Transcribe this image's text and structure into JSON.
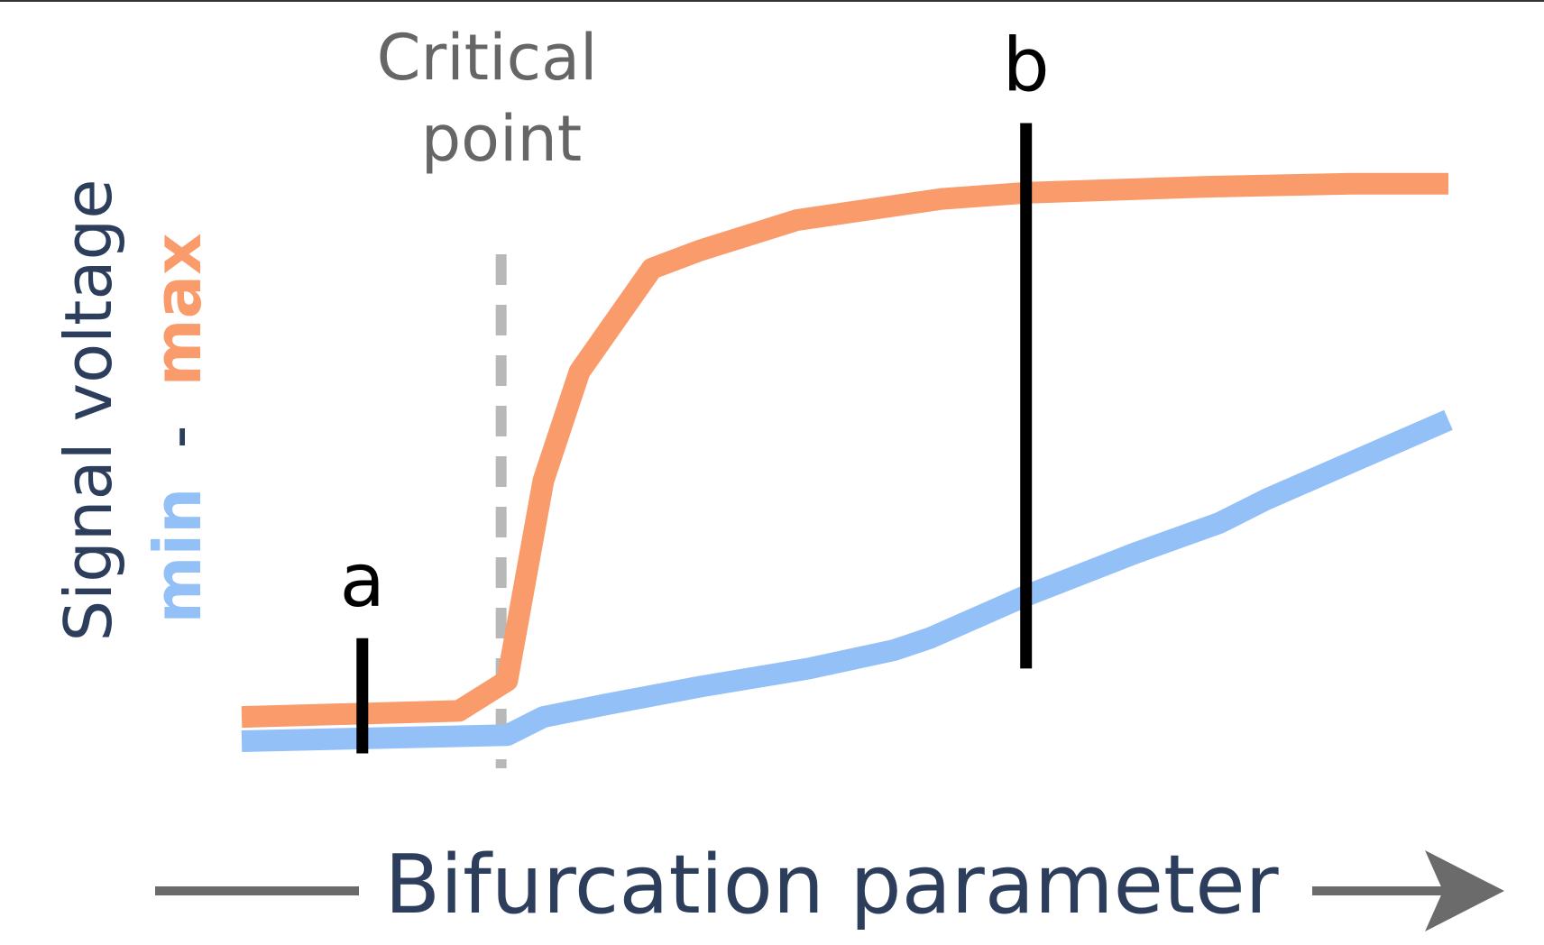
{
  "chart_data": {
    "type": "line",
    "title": "",
    "xlabel": "Bifurcation parameter",
    "ylabel": {
      "prefix": "Signal voltage",
      "min_label": "min",
      "separator": "-",
      "max_label": "max"
    },
    "xlim": [
      0,
      1
    ],
    "ylim": [
      0,
      1
    ],
    "grid": false,
    "legend": "none",
    "series": [
      {
        "key": "max",
        "color": "#f99b6b",
        "x": [
          0.0,
          0.18,
          0.22,
          0.25,
          0.28,
          0.34,
          0.38,
          0.46,
          0.58,
          0.65,
          0.8,
          0.92,
          1.0
        ],
        "y": [
          0.04,
          0.05,
          0.1,
          0.43,
          0.61,
          0.78,
          0.81,
          0.86,
          0.895,
          0.905,
          0.915,
          0.92,
          0.92
        ]
      },
      {
        "key": "min",
        "color": "#93c0f7",
        "x": [
          0.0,
          0.22,
          0.25,
          0.3,
          0.38,
          0.47,
          0.54,
          0.57,
          0.65,
          0.74,
          0.81,
          0.85,
          1.0
        ],
        "y": [
          0.0,
          0.01,
          0.04,
          0.06,
          0.09,
          0.12,
          0.15,
          0.17,
          0.24,
          0.31,
          0.36,
          0.4,
          0.53
        ]
      }
    ],
    "critical_point": {
      "x": 0.215,
      "label_line1": "Critical",
      "label_line2": "point",
      "color": "#b8b8b8"
    },
    "markers": [
      {
        "label": "a",
        "x": 0.1,
        "y_bottom": -0.02,
        "y_top": 0.17
      },
      {
        "label": "b",
        "x": 0.65,
        "y_bottom": 0.12,
        "y_top": 1.02
      }
    ],
    "colors": {
      "axis_text": "#2c3e5c",
      "arrow": "#6b6b6b",
      "marker": "#000000",
      "critical_text": "#666666",
      "border": "#333333"
    }
  }
}
